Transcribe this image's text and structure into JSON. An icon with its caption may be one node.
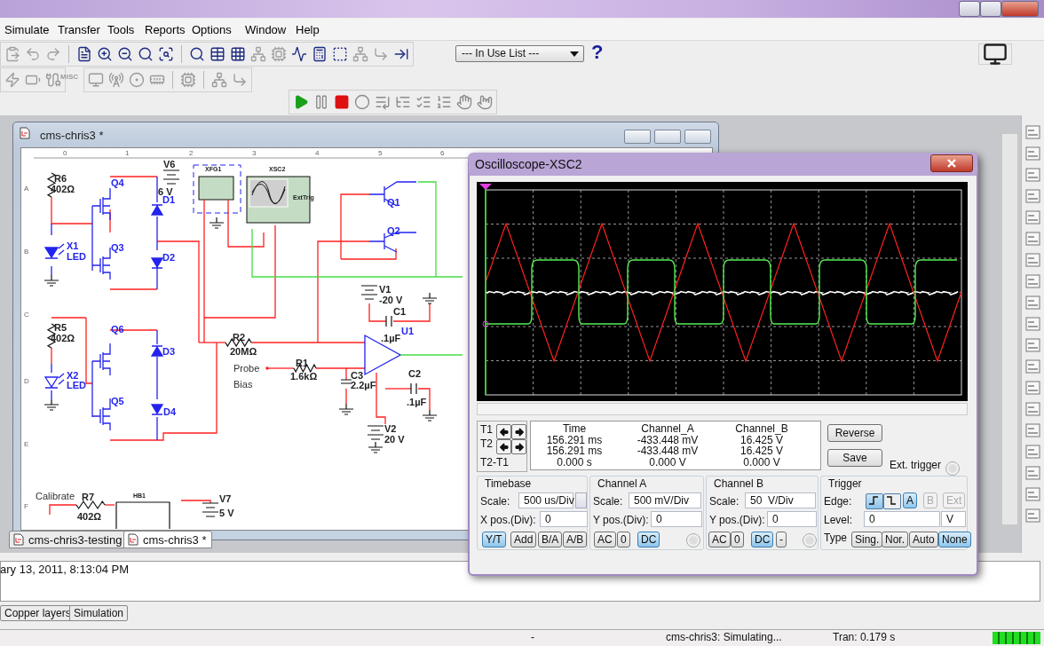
{
  "diagram": {
    "nodes": [
      {
        "text": [
          "cms-chris3 *"
        ]
      },
      {
        "text": [
          "Oscilloscope-XSC2"
        ]
      },
      {
        "text": [
          "Time",
          "Channel_A",
          "Channel_B",
          "156.291 ms",
          "-433.448 mV",
          "16.425 V",
          "156.291 ms",
          "-433.448 mV",
          "16.425 V",
          "0.000 s",
          "0.000 V",
          "0.000 V"
        ],
        "in": 1
      },
      {
        "text": [
          "Timebase",
          "Scale:",
          "500 us/Div",
          "X pos.(Div):",
          "0",
          "Y/T",
          "Add",
          "B/A",
          "A/B"
        ],
        "in": 1
      },
      {
        "text": [
          "Channel A",
          "Scale:",
          "500 mV/Div",
          "Y pos.(Div):",
          "0",
          "AC",
          "0",
          "DC"
        ],
        "in": 1
      },
      {
        "text": [
          "Channel B",
          "Scale:",
          "50  V/Div",
          "Y pos.(Div):",
          "0",
          "AC",
          "0",
          "DC",
          "-"
        ],
        "in": 1
      },
      {
        "text": [
          "Trigger",
          "Edge:",
          "A",
          "B",
          "Ext",
          "Level:",
          "0",
          "V",
          "Type",
          "Sing.",
          "Nor.",
          "Auto",
          "None"
        ],
        "in": 1
      }
    ],
    "labels": [
      "Simulate",
      "Transfer",
      "Tools",
      "Reports",
      "Options",
      "Window",
      "Help",
      "--- In Use List ---",
      "?",
      "MISC",
      "0",
      "1",
      "2",
      "3",
      "4",
      "5",
      "6",
      "A",
      "B",
      "C",
      "D",
      "E",
      "F",
      "V6",
      "XFG1",
      "XSC2",
      "R6",
      "Q4",
      "402Ω",
      "6 V",
      "D1",
      "ExtTrig",
      "Q1",
      "Q2",
      "X1",
      "Q3",
      "LED",
      "D2",
      "V1",
      "-20 V",
      "C1",
      "R5",
      "Q6",
      "U1",
      "402Ω",
      "R2",
      ".1µF",
      "D3",
      "20MΩ",
      "R1",
      "Probe",
      "X2",
      "1.6kΩ",
      "C3",
      "C2",
      "LED",
      "Bias",
      "2.2µF",
      "Q5",
      ".1µF",
      "D4",
      "V2",
      "20 V",
      "Calibrate",
      "R7",
      "HB1",
      "V7",
      "402Ω",
      "5 V",
      "cms-chris3-testing",
      "cms-chris3 *",
      "T1",
      "T2",
      "T2-T1",
      "Reverse",
      "Save",
      "Ext. trigger",
      "ary 13, 2011, 8:13:04 PM",
      "Copper layers",
      "Simulation",
      "-",
      "cms-chris3: Simulating...",
      "Tran: 0.179 s"
    ]
  }
}
